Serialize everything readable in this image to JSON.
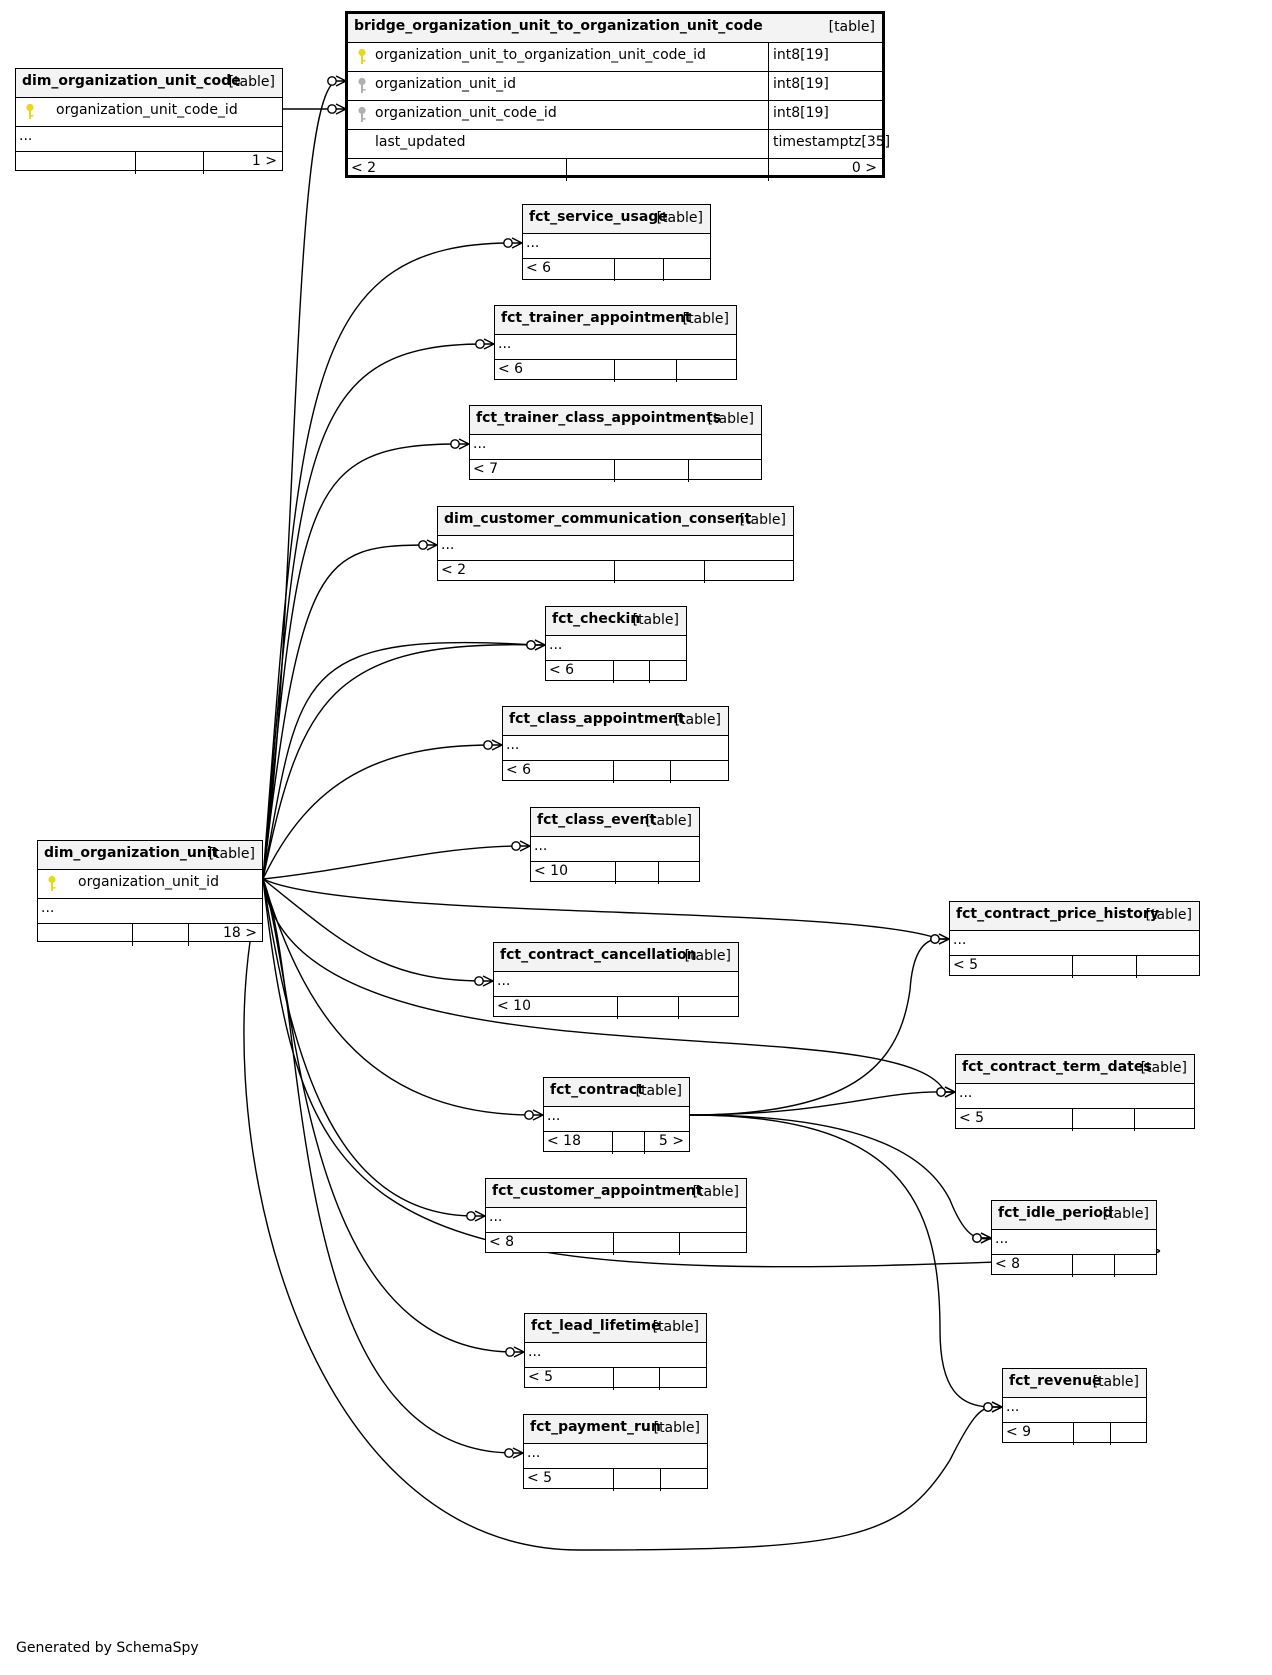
{
  "diagram": {
    "footer": "Generated by SchemaSpy",
    "table_type_label": "[table]",
    "colors": {
      "primary_key": "#e8d81a",
      "foreign_key": "#b0b0b0",
      "header_bg": "#f3f3f3"
    },
    "focus_table": {
      "name": "bridge_organization_unit_to_organization_unit_code",
      "columns": [
        {
          "name": "organization_unit_to_organization_unit_code_id",
          "type": "int8[19]",
          "key": "primary-key-icon"
        },
        {
          "name": "organization_unit_id",
          "type": "int8[19]",
          "key": "foreign-key-icon"
        },
        {
          "name": "organization_unit_code_id",
          "type": "int8[19]",
          "key": "foreign-key-icon"
        },
        {
          "name": "last_updated",
          "type": "timestamptz[35]",
          "key": ""
        }
      ],
      "parents": "< 2",
      "children": "0 >"
    },
    "tables": [
      {
        "id": "dim_organization_unit_code",
        "name": "dim_organization_unit_code",
        "pk": "organization_unit_code_id",
        "ellipsis": "...",
        "parents": "",
        "children": "1 >"
      },
      {
        "id": "dim_organization_unit",
        "name": "dim_organization_unit",
        "pk": "organization_unit_id",
        "ellipsis": "...",
        "parents": "",
        "children": "18 >"
      },
      {
        "id": "fct_service_usage",
        "name": "fct_service_usage",
        "ellipsis": "...",
        "parents": "< 6",
        "children": ""
      },
      {
        "id": "fct_trainer_appointment",
        "name": "fct_trainer_appointment",
        "ellipsis": "...",
        "parents": "< 6",
        "children": ""
      },
      {
        "id": "fct_trainer_class_appointments",
        "name": "fct_trainer_class_appointments",
        "ellipsis": "...",
        "parents": "< 7",
        "children": ""
      },
      {
        "id": "dim_customer_communication_consent",
        "name": "dim_customer_communication_consent",
        "ellipsis": "...",
        "parents": "< 2",
        "children": ""
      },
      {
        "id": "fct_checkin",
        "name": "fct_checkin",
        "ellipsis": "...",
        "parents": "< 6",
        "children": ""
      },
      {
        "id": "fct_class_appointment",
        "name": "fct_class_appointment",
        "ellipsis": "...",
        "parents": "< 6",
        "children": ""
      },
      {
        "id": "fct_class_event",
        "name": "fct_class_event",
        "ellipsis": "...",
        "parents": "< 10",
        "children": ""
      },
      {
        "id": "fct_contract_cancellation",
        "name": "fct_contract_cancellation",
        "ellipsis": "...",
        "parents": "< 10",
        "children": ""
      },
      {
        "id": "fct_contract",
        "name": "fct_contract",
        "ellipsis": "...",
        "parents": "< 18",
        "children": "5 >"
      },
      {
        "id": "fct_customer_appointment",
        "name": "fct_customer_appointment",
        "ellipsis": "...",
        "parents": "< 8",
        "children": ""
      },
      {
        "id": "fct_lead_lifetime",
        "name": "fct_lead_lifetime",
        "ellipsis": "...",
        "parents": "< 5",
        "children": ""
      },
      {
        "id": "fct_payment_run",
        "name": "fct_payment_run",
        "ellipsis": "...",
        "parents": "< 5",
        "children": ""
      },
      {
        "id": "fct_contract_price_history",
        "name": "fct_contract_price_history",
        "ellipsis": "...",
        "parents": "< 5",
        "children": ""
      },
      {
        "id": "fct_contract_term_dates",
        "name": "fct_contract_term_dates",
        "ellipsis": "...",
        "parents": "< 5",
        "children": ""
      },
      {
        "id": "fct_idle_period",
        "name": "fct_idle_period",
        "ellipsis": "...",
        "parents": "< 8",
        "children": ""
      },
      {
        "id": "fct_revenue",
        "name": "fct_revenue",
        "ellipsis": "...",
        "parents": "< 9",
        "children": ""
      }
    ],
    "relationships": [
      {
        "from": "dim_organization_unit_code",
        "to": "bridge_organization_unit_to_organization_unit_code"
      },
      {
        "from": "dim_organization_unit",
        "to": "bridge_organization_unit_to_organization_unit_code"
      },
      {
        "from": "dim_organization_unit",
        "to": "fct_service_usage"
      },
      {
        "from": "dim_organization_unit",
        "to": "fct_trainer_appointment"
      },
      {
        "from": "dim_organization_unit",
        "to": "fct_trainer_class_appointments"
      },
      {
        "from": "dim_organization_unit",
        "to": "dim_customer_communication_consent"
      },
      {
        "from": "dim_organization_unit",
        "to": "fct_checkin"
      },
      {
        "from": "dim_organization_unit",
        "to": "fct_checkin"
      },
      {
        "from": "dim_organization_unit",
        "to": "fct_class_appointment"
      },
      {
        "from": "dim_organization_unit",
        "to": "fct_class_event"
      },
      {
        "from": "dim_organization_unit",
        "to": "fct_contract_price_history"
      },
      {
        "from": "dim_organization_unit",
        "to": "fct_contract_cancellation"
      },
      {
        "from": "dim_organization_unit",
        "to": "fct_contract_term_dates"
      },
      {
        "from": "dim_organization_unit",
        "to": "fct_contract"
      },
      {
        "from": "dim_organization_unit",
        "to": "fct_customer_appointment"
      },
      {
        "from": "dim_organization_unit",
        "to": "fct_idle_period"
      },
      {
        "from": "dim_organization_unit",
        "to": "fct_lead_lifetime"
      },
      {
        "from": "dim_organization_unit",
        "to": "fct_payment_run"
      },
      {
        "from": "dim_organization_unit",
        "to": "fct_revenue"
      },
      {
        "from": "fct_contract",
        "to": "fct_contract_price_history"
      },
      {
        "from": "fct_contract",
        "to": "fct_contract_term_dates"
      },
      {
        "from": "fct_contract",
        "to": "fct_idle_period"
      },
      {
        "from": "fct_contract",
        "to": "fct_revenue"
      }
    ]
  }
}
